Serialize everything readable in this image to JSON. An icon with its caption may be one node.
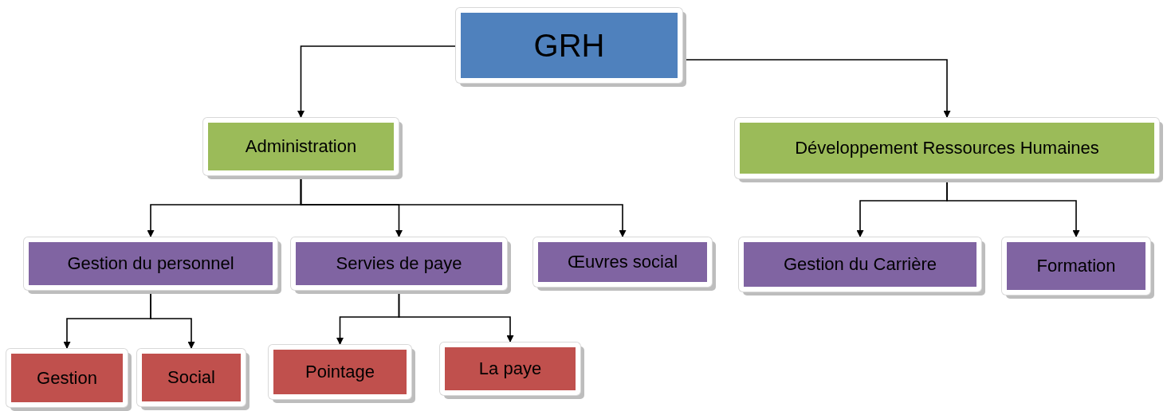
{
  "diagram": {
    "nodes": [
      {
        "text": [
          "GRH"
        ]
      },
      {
        "text": [
          "Administration"
        ]
      },
      {
        "text": [
          "Développement Ressources Humaines"
        ]
      },
      {
        "text": [
          "Gestion du personnel"
        ]
      },
      {
        "text": [
          "Servies de paye"
        ]
      },
      {
        "text": [
          "Œuvres social"
        ]
      },
      {
        "text": [
          "Gestion du Carrière"
        ]
      },
      {
        "text": [
          "Formation"
        ]
      },
      {
        "text": [
          "Gestion"
        ]
      },
      {
        "text": [
          "Social"
        ]
      },
      {
        "text": [
          "Pointage"
        ]
      },
      {
        "text": [
          "La paye"
        ]
      }
    ],
    "edges": [
      {
        "from": 0,
        "to": 1,
        "arrow": "to"
      },
      {
        "from": 0,
        "to": 2,
        "arrow": "to"
      },
      {
        "from": 1,
        "to": 3,
        "arrow": "to"
      },
      {
        "from": 1,
        "to": 4,
        "arrow": "to"
      },
      {
        "from": 1,
        "to": 5,
        "arrow": "to"
      },
      {
        "from": 2,
        "to": 6,
        "arrow": "to"
      },
      {
        "from": 2,
        "to": 7,
        "arrow": "to"
      },
      {
        "from": 3,
        "to": 8,
        "arrow": "to"
      },
      {
        "from": 3,
        "to": 9,
        "arrow": "to"
      },
      {
        "from": 4,
        "to": 10,
        "arrow": "to"
      },
      {
        "from": 4,
        "to": 11,
        "arrow": "to"
      }
    ]
  }
}
